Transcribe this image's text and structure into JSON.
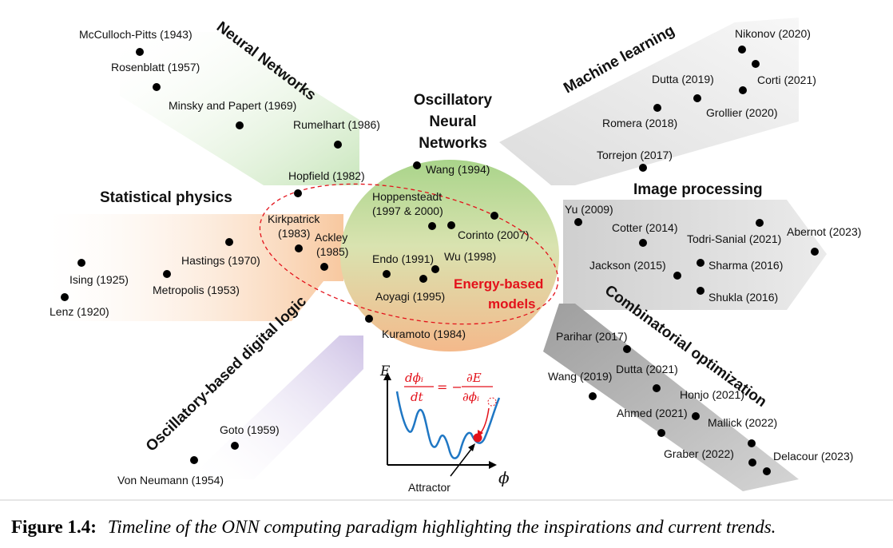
{
  "categories": {
    "neural_networks": "Neural Networks",
    "machine_learning": "Machine learning",
    "statistical_physics": "Statistical physics",
    "image_processing": "Image processing",
    "digital_logic": "Oscillatory-based digital logic",
    "combinatorial": "Combinatorial optimization",
    "onn_line1": "Oscillatory",
    "onn_line2": "Neural",
    "onn_line3": "Networks",
    "energy_line1": "Energy-based",
    "energy_line2": "models"
  },
  "refs": {
    "mcculloch": "McCulloch-Pitts (1943)",
    "rosenblatt": "Rosenblatt (1957)",
    "minsky": "Minsky and Papert (1969)",
    "rumelhart": "Rumelhart (1986)",
    "hopfield": "Hopfield (1982)",
    "kirkpatrick_1": "Kirkpatrick",
    "kirkpatrick_2": "(1983)",
    "ackley_1": "Ackley",
    "ackley_2": "(1985)",
    "hastings": "Hastings (1970)",
    "metropolis": "Metropolis (1953)",
    "ising": "Ising (1925)",
    "lenz": "Lenz (1920)",
    "wang1994": "Wang (1994)",
    "hoppensteadt_1": "Hoppensteadt",
    "hoppensteadt_2": "(1997 & 2000)",
    "corinto": "Corinto (2007)",
    "endo": "Endo (1991)",
    "wu": "Wu (1998)",
    "aoyagi": "Aoyagi (1995)",
    "kuramoto": "Kuramoto (1984)",
    "nikonov": "Nikonov (2020)",
    "corti": "Corti (2021)",
    "dutta2019": "Dutta (2019)",
    "grollier": "Grollier (2020)",
    "romera": "Romera (2018)",
    "torrejon": "Torrejon (2017)",
    "yu": "Yu (2009)",
    "cotter": "Cotter (2014)",
    "todri": "Todri-Sanial (2021)",
    "abernot": "Abernot (2023)",
    "jackson": "Jackson (2015)",
    "sharma": "Sharma (2016)",
    "shukla": "Shukla (2016)",
    "parihar": "Parihar (2017)",
    "wang2019": "Wang (2019)",
    "dutta2021": "Dutta (2021)",
    "honjo": "Honjo (2021)",
    "ahmed": "Ahmed (2021)",
    "mallick": "Mallick (2022)",
    "graber": "Graber (2022)",
    "delacour": "Delacour (2023)",
    "goto": "Goto (1959)",
    "vonneumann": "Von Neumann (1954)"
  },
  "inset": {
    "axis_e": "E",
    "axis_phi": "ϕ",
    "attractor": "Attractor",
    "eq_lhs_num": "dϕᵢ",
    "eq_lhs_den": "dt",
    "eq_eq": "= −",
    "eq_rhs_num": "∂E",
    "eq_rhs_den": "∂ϕᵢ"
  },
  "caption": {
    "label": "Figure 1.4:",
    "text": "Timeline of the ONN computing paradigm highlighting the inspirations and current trends."
  },
  "colors": {
    "neural_networks": "#d9efd0",
    "statistical_physics": "#fbd9bd",
    "digital_logic": "#ddd3ec",
    "machine_learning": "#eeeeee",
    "image_processing": "#dedede",
    "combinatorial": "#c7c7c7",
    "onn_top": "#b7d99a",
    "onn_bottom": "#f6c59a",
    "energy_text": "#e3121b",
    "curve": "#1f77c4"
  }
}
